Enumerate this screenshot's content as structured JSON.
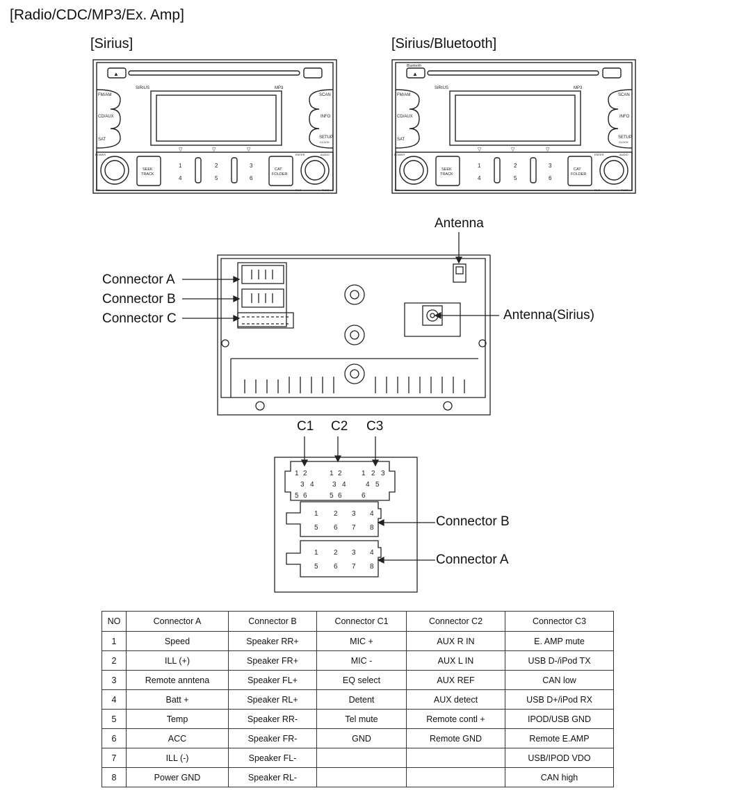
{
  "header": {
    "title": "[Radio/CDC/MP3/Ex. Amp]"
  },
  "variants": [
    {
      "label": "[Sirius]",
      "badge": ""
    },
    {
      "label": "[Sirius/Bluetooth]",
      "badge": "Bluetooth"
    }
  ],
  "faceplate": {
    "left_buttons": [
      "FM/AM",
      "CD/AUX",
      "SAT"
    ],
    "right_buttons": [
      "SCAN",
      "INFO",
      "SETUP"
    ],
    "right_subtext": "CLOCK",
    "brand": "SIRIUS",
    "mp3_badge": "MP3",
    "seek": [
      "SEEK",
      "TRACK"
    ],
    "cat": [
      "CAT",
      "FOLDER"
    ],
    "presets_top": [
      "1",
      "2",
      "3"
    ],
    "presets_bottom": [
      "4",
      "5",
      "6"
    ],
    "knob_labels": {
      "power": "POWER",
      "vol": "VOL",
      "enter": "ENTER",
      "audio": "AUDIO",
      "file": "FILE",
      "tune": "TUNE"
    }
  },
  "callouts": {
    "antenna": "Antenna",
    "antenna_sirius": "Antenna(Sirius)",
    "connector_a": "Connector A",
    "connector_b": "Connector B",
    "connector_c": "Connector C"
  },
  "connector_detail": {
    "c1": "C1",
    "c2": "C2",
    "c3": "C3",
    "connector_b": "Connector B",
    "connector_a": "Connector A",
    "c1_pins": [
      "1",
      "2",
      "3",
      "4",
      "5",
      "6"
    ],
    "c2_pins": [
      "1",
      "2",
      "3",
      "4",
      "5",
      "6"
    ],
    "c3_pins": [
      "1",
      "2",
      "3",
      "4",
      "5",
      "6"
    ],
    "pins": [
      "1",
      "2",
      "3",
      "4",
      "5",
      "6",
      "7",
      "8"
    ]
  },
  "table": {
    "headers": [
      "NO",
      "Connector A",
      "Connector B",
      "Connector C1",
      "Connector C2",
      "Connector C3"
    ],
    "rows": [
      [
        "1",
        "Speed",
        "Speaker RR+",
        "MIC +",
        "AUX R IN",
        "E. AMP mute"
      ],
      [
        "2",
        "ILL (+)",
        "Speaker FR+",
        "MIC -",
        "AUX L IN",
        "USB D-/iPod TX"
      ],
      [
        "3",
        "Remote anntena",
        "Speaker FL+",
        "EQ select",
        "AUX REF",
        "CAN low"
      ],
      [
        "4",
        "Batt +",
        "Speaker RL+",
        "Detent",
        "AUX detect",
        "USB D+/iPod RX"
      ],
      [
        "5",
        "Temp",
        "Speaker RR-",
        "Tel mute",
        "Remote contl +",
        "IPOD/USB GND"
      ],
      [
        "6",
        "ACC",
        "Speaker FR-",
        "GND",
        "Remote GND",
        "Remote E.AMP"
      ],
      [
        "7",
        "ILL (-)",
        "Speaker FL-",
        "",
        "",
        "USB/IPOD VDO"
      ],
      [
        "8",
        "Power GND",
        "Speaker RL-",
        "",
        "",
        "CAN high"
      ]
    ]
  }
}
